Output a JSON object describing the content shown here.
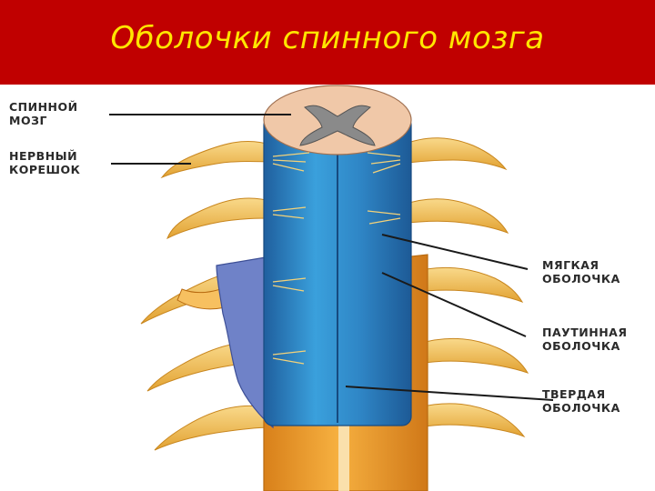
{
  "title": "Оболочки спинного мозга",
  "labels": {
    "spinal_cord": [
      "СПИННОЙ",
      "МОЗГ"
    ],
    "nerve_root": [
      "НЕРВНЫЙ",
      "КОРЕШОК"
    ],
    "pia_mater": [
      "МЯГКАЯ",
      "ОБОЛОЧКА"
    ],
    "arachnoid": [
      "ПАУТИННАЯ",
      "ОБОЛОЧКА"
    ],
    "dura_mater": [
      "ТВЕРДАЯ",
      "ОБОЛОЧКА"
    ]
  },
  "colors": {
    "title_background": "#c00000",
    "title_text": "#ffe600",
    "spinal_cord_blue": "#2f86c6",
    "arachnoid_blue": "#6f82c8",
    "dura_orange": "#f0a22a",
    "nerve_yellow": "#f3c35a",
    "grey_matter": "#8a8a8a",
    "white_matter": "#f0c8a8"
  }
}
